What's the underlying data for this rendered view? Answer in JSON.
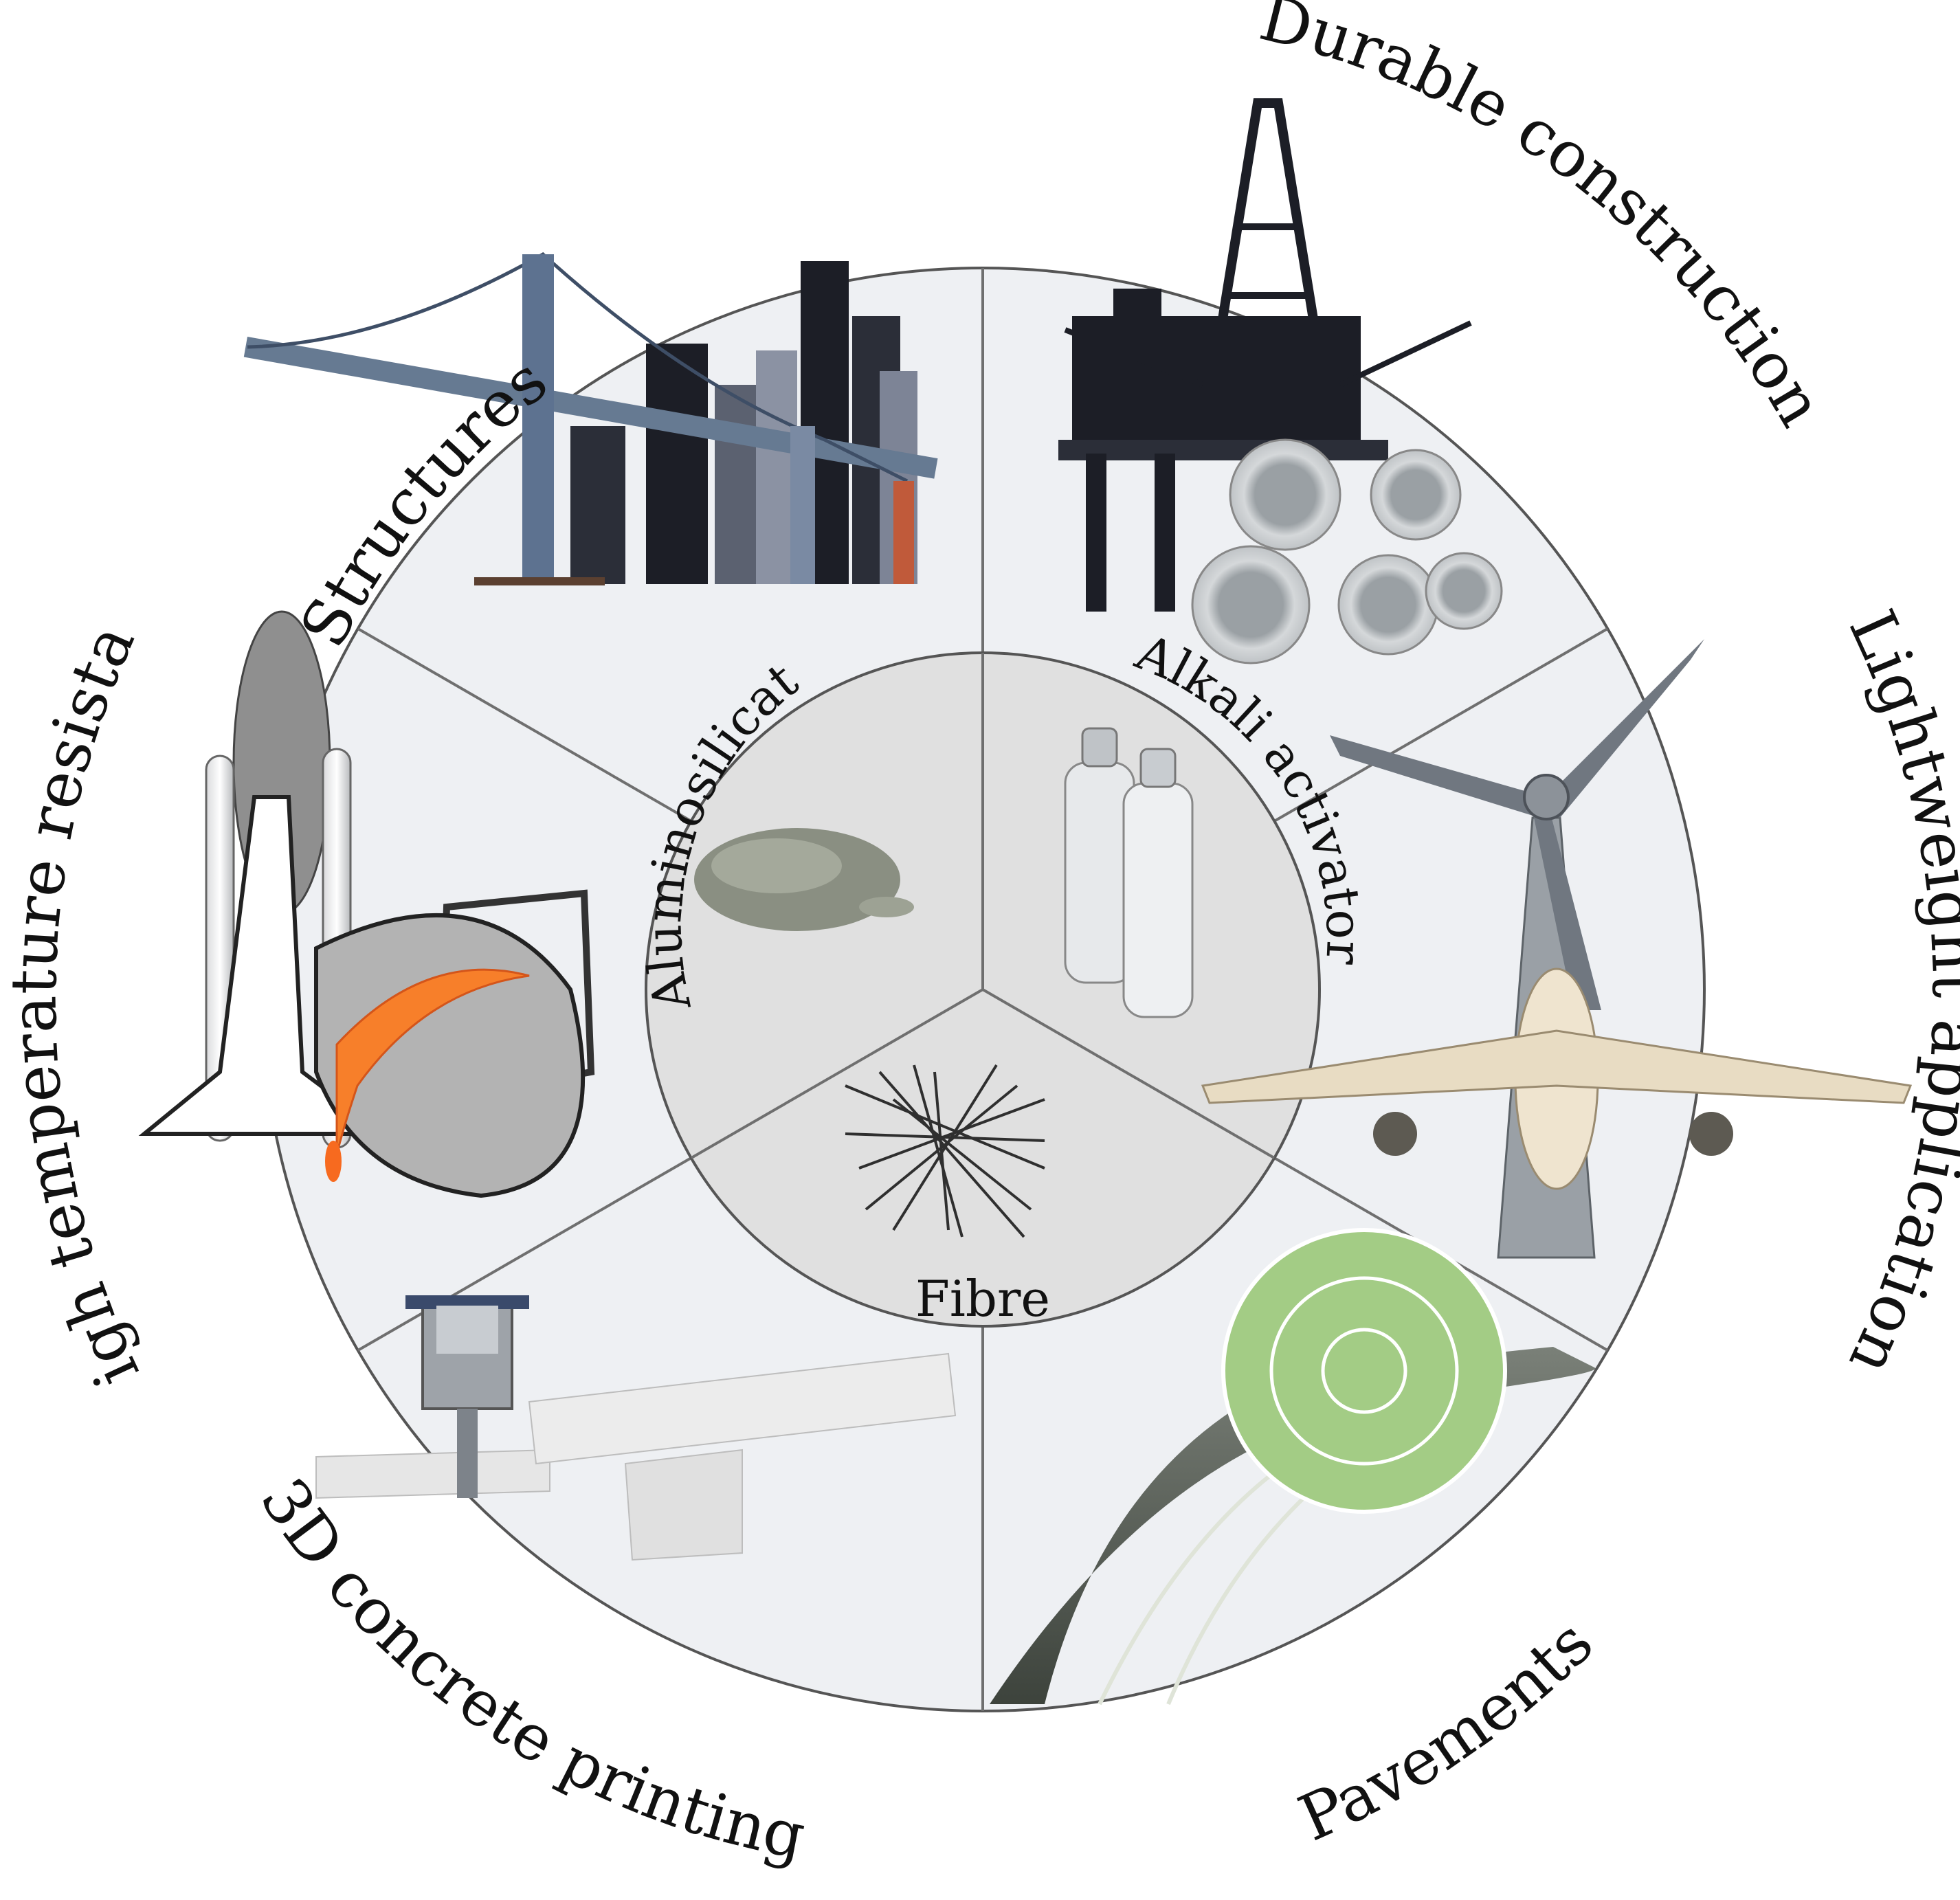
{
  "center": {
    "aluminosilicate": "Aluminosilicate",
    "alkali_activator": "Alkali activator",
    "fibre": "Fibre"
  },
  "applications": {
    "structures": "Structures",
    "durable_construction": "Durable construction",
    "lightweight_application": "Lightweight application",
    "pavements": "Pavements",
    "concrete_printing": "3D concrete printing",
    "high_temperature": "High temperature resistant"
  },
  "colors": {
    "segment_fill": "#eef0f3",
    "inner_fill": "#e0e0e0",
    "divider": "#6f6f6f",
    "outline": "#555555"
  }
}
